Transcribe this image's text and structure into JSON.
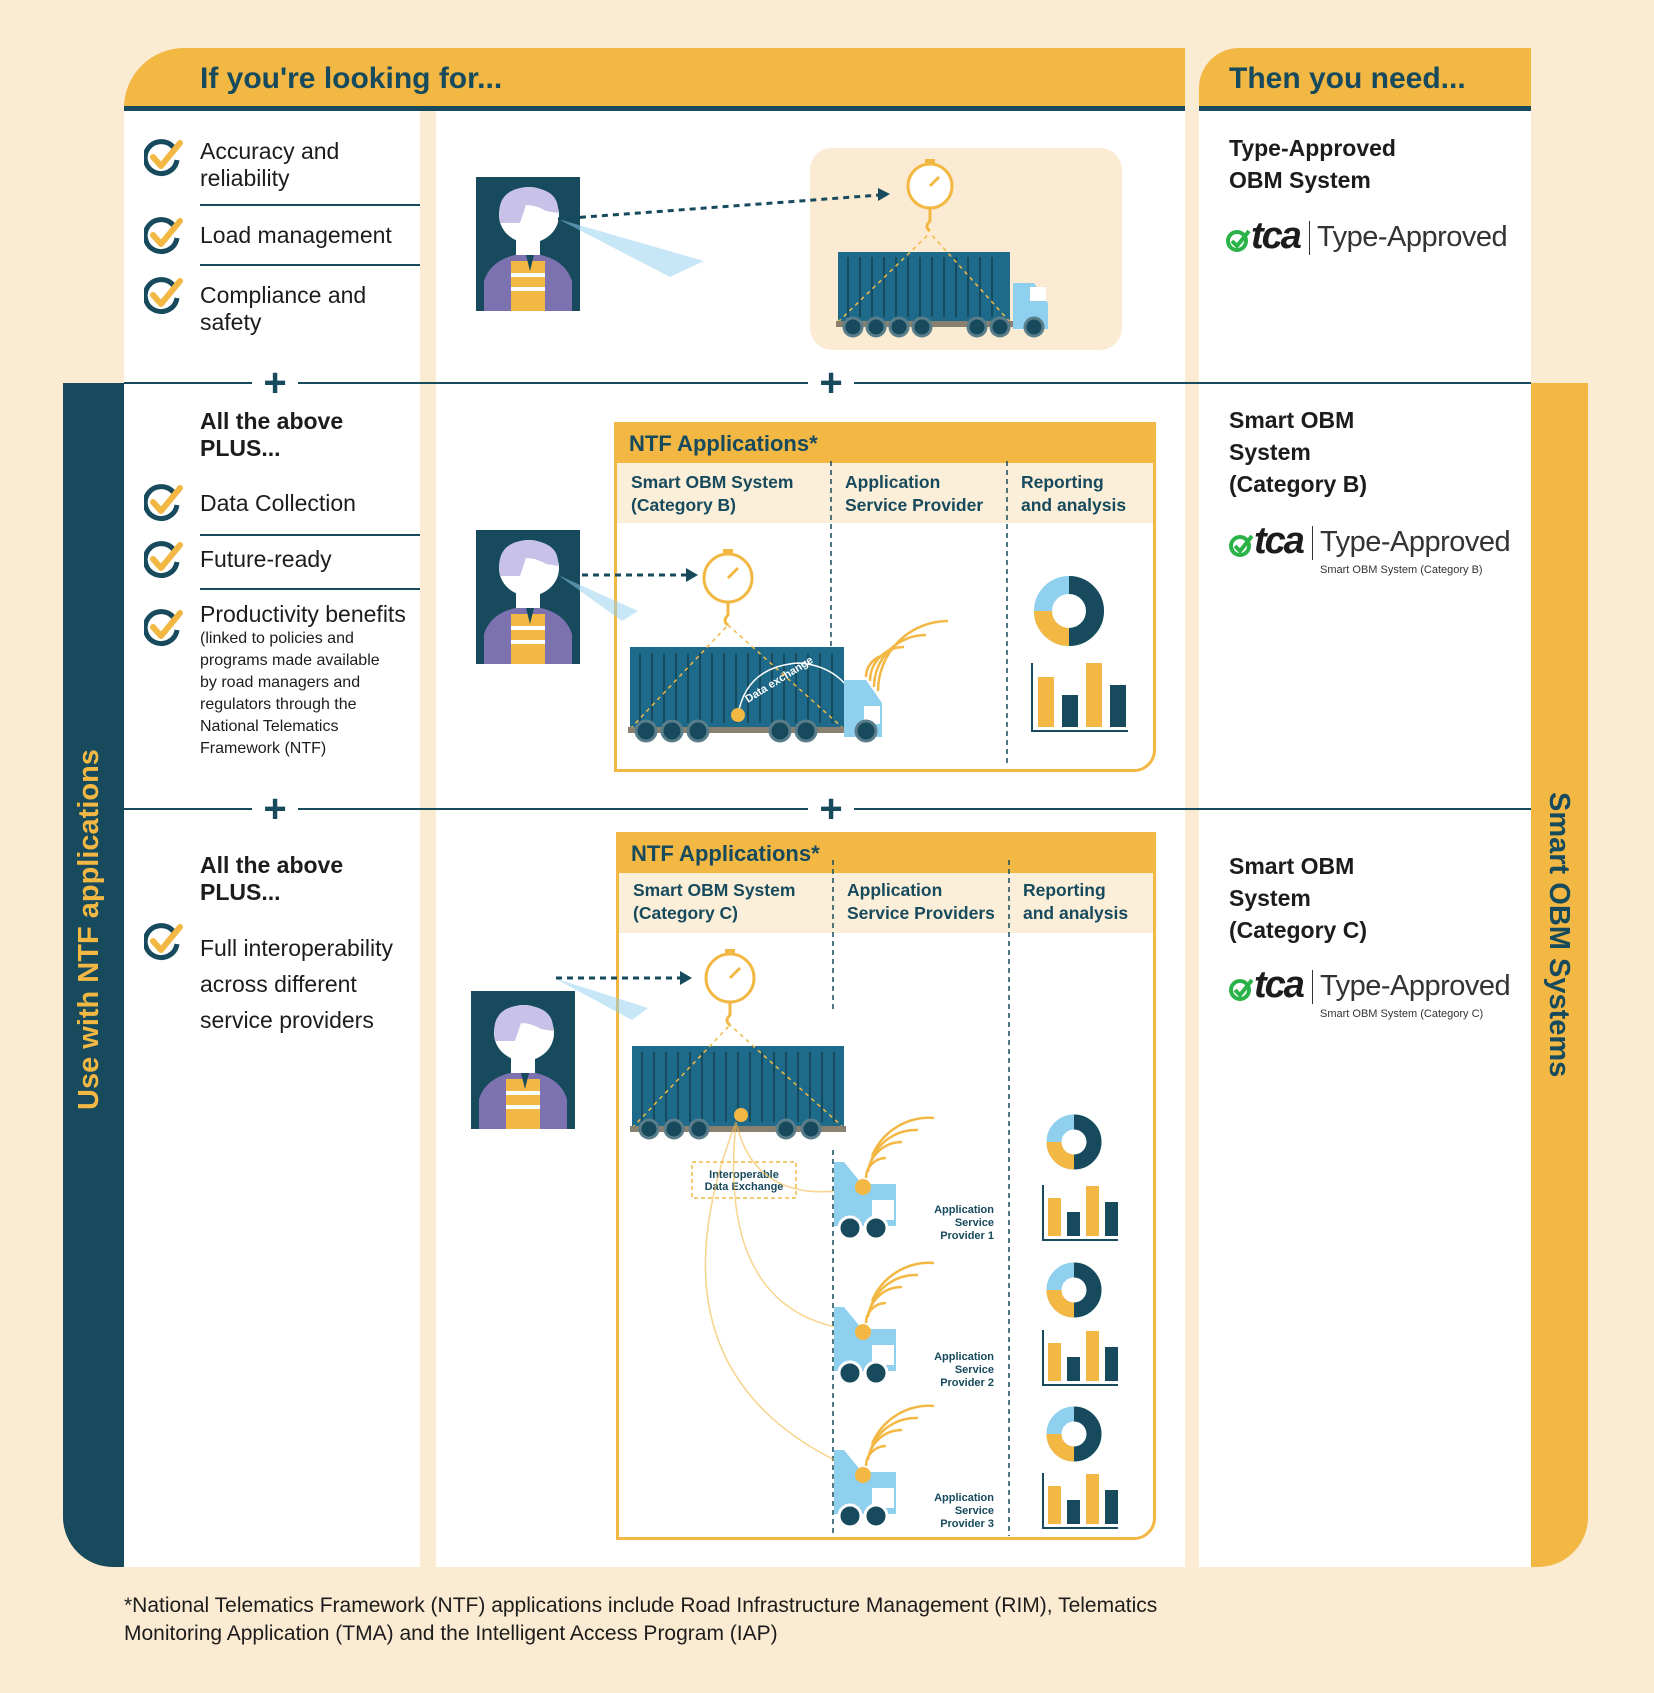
{
  "header": {
    "looking_for": "If you're looking for...",
    "then_need": "Then you need..."
  },
  "tier1": {
    "criteria": [
      "Accuracy and reliability",
      "Load management",
      "Compliance and safety"
    ],
    "need": [
      "Type-Approved",
      "OBM System"
    ],
    "badge": {
      "brand": "tca",
      "text": "Type-Approved",
      "sub": ""
    }
  },
  "tier2": {
    "intro": [
      "All the above",
      "PLUS..."
    ],
    "criteria": [
      "Data Collection",
      "Future-ready",
      "Productivity benefits"
    ],
    "note": [
      "(linked to policies and",
      "programs made available",
      "by road managers and",
      "regulators through the",
      "National Telematics",
      "Framework (NTF)"
    ],
    "need": [
      "Smart OBM",
      "System",
      "(Category B)"
    ],
    "badge": {
      "brand": "tca",
      "text": "Type-Approved",
      "sub": "Smart OBM System (Category B)"
    },
    "ntf": {
      "title": "NTF Applications*",
      "columns": [
        [
          "Smart OBM System",
          "(Category B)"
        ],
        [
          "Application",
          "Service Provider"
        ],
        [
          "Reporting",
          "and analysis"
        ]
      ],
      "data_exchange": "Data exchange"
    }
  },
  "tier3": {
    "intro": [
      "All the above",
      "PLUS..."
    ],
    "criteria": [
      "Full interoperability",
      "across different",
      "service providers"
    ],
    "need": [
      "Smart OBM",
      "System",
      "(Category C)"
    ],
    "badge": {
      "brand": "tca",
      "text": "Type-Approved",
      "sub": "Smart OBM System (Category C)"
    },
    "ntf": {
      "title": "NTF Applications*",
      "columns": [
        [
          "Smart OBM System",
          "(Category C)"
        ],
        [
          "Application",
          "Service Providers"
        ],
        [
          "Reporting",
          "and analysis"
        ]
      ],
      "interop": [
        "Interoperable",
        "Data Exchange"
      ],
      "providers": [
        [
          "Application",
          "Service",
          "Provider 1"
        ],
        [
          "Application",
          "Service",
          "Provider 2"
        ],
        [
          "Application",
          "Service",
          "Provider 3"
        ]
      ]
    }
  },
  "left_band": "Use with NTF applications",
  "right_band": "Smart OBM Systems",
  "footnote": [
    "*National Telematics Framework (NTF) applications include Road Infrastructure Management (RIM), Telematics",
    "Monitoring Application (TMA) and the Intelligent Access Program (IAP)"
  ],
  "colors": {
    "navy": "#164a5c",
    "yellow": "#f2b843",
    "cream": "#fbebd2",
    "lightblue": "#8fd0ef",
    "green": "#2bb34a"
  }
}
